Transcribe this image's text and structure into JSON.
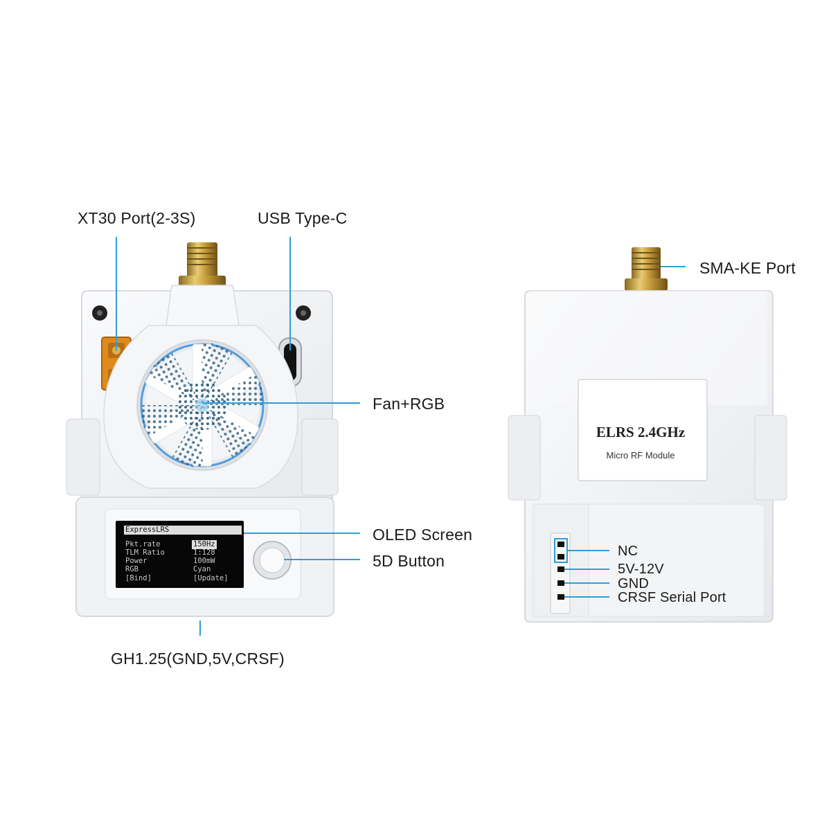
{
  "labels": {
    "xt30": "XT30 Port(2-3S)",
    "usb": "USB Type-C",
    "fan": "Fan+RGB",
    "oled": "OLED Screen",
    "button": "5D Button",
    "gh": "GH1.25(GND,5V,CRSF)",
    "sma": "SMA-KE Port",
    "nc": "NC",
    "power": "5V-12V",
    "gnd": "GND",
    "crsf": "CRSF Serial Port"
  },
  "sticker": {
    "title": "ELRS 2.4GHz",
    "subtitle": "Micro RF Module"
  },
  "oled_screen": {
    "title": "ExpressLRS",
    "rows": [
      {
        "key": "Pkt.rate",
        "value": "150Hz",
        "highlight": true
      },
      {
        "key": "TLM Ratio",
        "value": "1:128",
        "highlight": false
      },
      {
        "key": "Power",
        "value": "100mW",
        "highlight": false
      },
      {
        "key": "RGB",
        "value": "Cyan",
        "highlight": false
      },
      {
        "key": "[Bind]",
        "value": "[Update]",
        "highlight": false
      }
    ]
  },
  "colors": {
    "callout_line": "#2b9fd6",
    "body": "#f4f5f7",
    "fan_ring": "#3a8fd8",
    "xt30": "#e08a1c",
    "antenna": "#c9a23f"
  }
}
